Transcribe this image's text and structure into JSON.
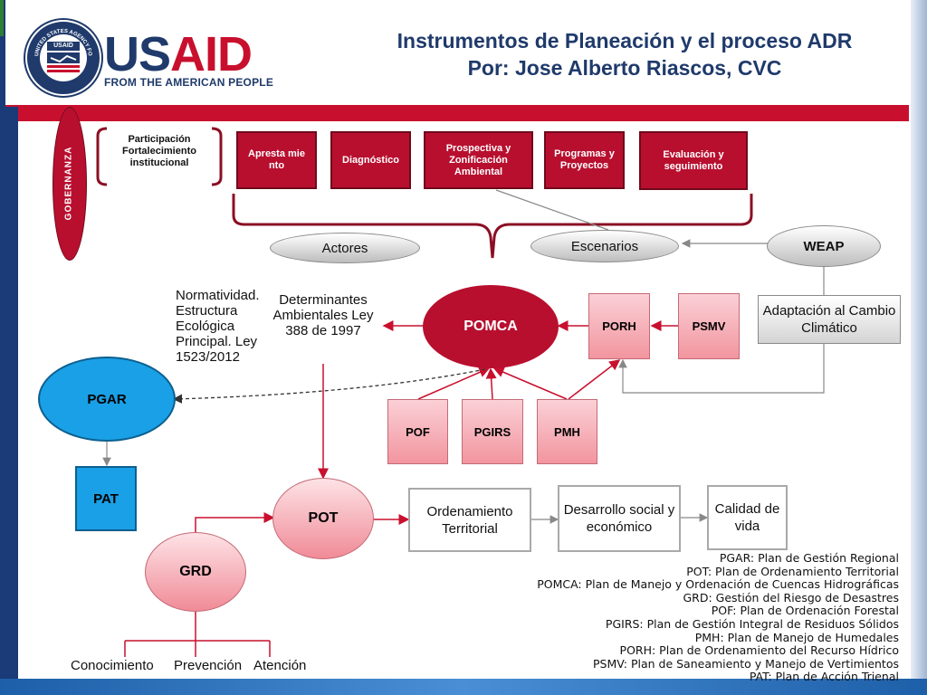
{
  "header": {
    "title_line1": "Instrumentos de Planeación y el proceso ADR",
    "title_line2": "Por: Jose Alberto Riascos, CVC"
  },
  "logo": {
    "word_left": "US",
    "word_right": "AID",
    "tagline": "FROM THE AMERICAN PEOPLE",
    "seal_text": "UNITED STATES AGENCY FOR INTERNATIONAL DEVELOPMENT",
    "seal_label": "USAID"
  },
  "governance": {
    "label": "GOBERNANZA",
    "participation": "Participación Fortalecimiento institucional"
  },
  "phases": [
    {
      "label": "Apresta mie nto"
    },
    {
      "label": "Diagnóstico"
    },
    {
      "label": "Prospectiva y Zonificación Ambiental"
    },
    {
      "label": "Programas y Proyectos"
    },
    {
      "label": "Evaluación y seguimiento"
    }
  ],
  "ovals": {
    "actores": "Actores",
    "escenarios": "Escenarios",
    "weap": "WEAP",
    "pomca": "POMCA",
    "pgar": "PGAR",
    "pot": "POT",
    "grd": "GRD"
  },
  "boxes": {
    "porh": "PORH",
    "psmv": "PSMV",
    "pof": "POF",
    "pgirs": "PGIRS",
    "pmh": "PMH",
    "pat": "PAT",
    "adaptacion": "Adaptación al Cambio Climático",
    "ordenamiento": "Ordenamiento Territorial",
    "desarrollo": "Desarrollo social y económico",
    "calidad": "Calidad de vida"
  },
  "texts": {
    "normatividad": "Normatividad. Estructura Ecológica Principal. Ley 1523/2012",
    "determinantes": "Determinantes Ambientales Ley 388 de 1997",
    "conocimiento": "Conocimiento",
    "prevencion": "Prevención",
    "atencion": "Atención"
  },
  "legend": [
    "PGAR: Plan de Gestión Regional",
    "POT: Plan de Ordenamiento Territorial",
    "POMCA: Plan de Manejo y Ordenación de Cuencas Hidrográficas",
    "GRD: Gestión del Riesgo de Desastres",
    "POF: Plan de Ordenación Forestal",
    "PGIRS: Plan de Gestión Integral de Residuos Sólidos",
    "PMH: Plan de Manejo de Humedales",
    "PORH: Plan de Ordenamiento del Recurso Hídrico",
    "PSMV: Plan de Saneamiento y Manejo de Vertimientos",
    "PAT: Plan de Acción Trienal"
  ],
  "colors": {
    "brand_red": "#c8102e",
    "brand_navy": "#1f3a6b",
    "box_red": "#b80f2f",
    "pink": "#f2959f",
    "blue": "#1aa0e6"
  }
}
